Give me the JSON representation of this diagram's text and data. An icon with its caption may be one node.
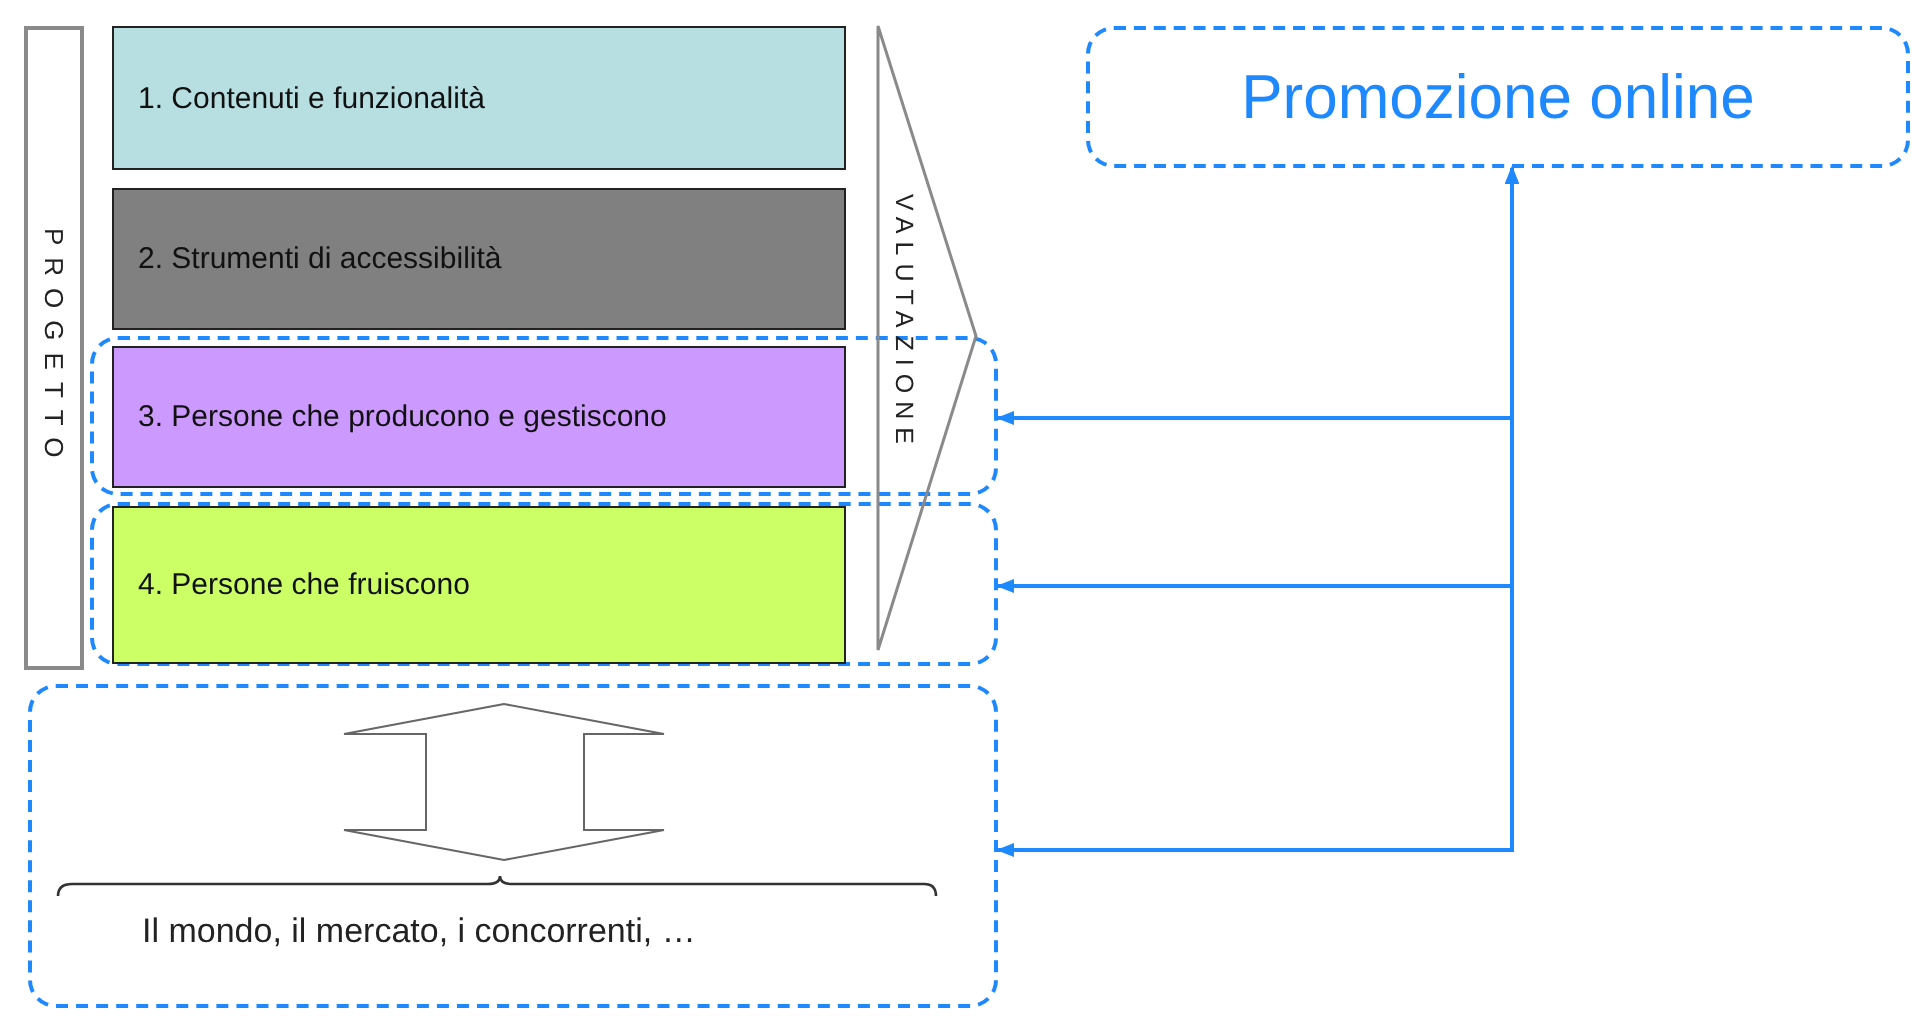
{
  "diagram": {
    "nodes": [
      {
        "text": [
          "PROGETTO"
        ]
      },
      {
        "text": [
          "1. Contenuti e funzionalità"
        ]
      },
      {
        "text": [
          "2. Strumenti di accessibilità"
        ]
      },
      {
        "text": [],
        "shape": "box"
      },
      {
        "text": [
          "3. Persone che producono e gestiscono"
        ],
        "in": 3
      },
      {
        "text": [],
        "shape": "box"
      },
      {
        "text": [
          "4. Persone che fruiscono"
        ],
        "in": 5
      },
      {
        "text": [
          "VALUTAZIONE"
        ]
      },
      {
        "text": [
          "Promozione online"
        ]
      },
      {
        "text": [
          "Il mondo, il mercato, i concorrenti, …"
        ]
      }
    ],
    "edges": [
      {
        "from": 3,
        "to": 8,
        "arrow": "both"
      },
      {
        "from": 5,
        "to": 8,
        "arrow": "both"
      },
      {
        "from": 9,
        "to": 8,
        "arrow": "both"
      }
    ]
  }
}
